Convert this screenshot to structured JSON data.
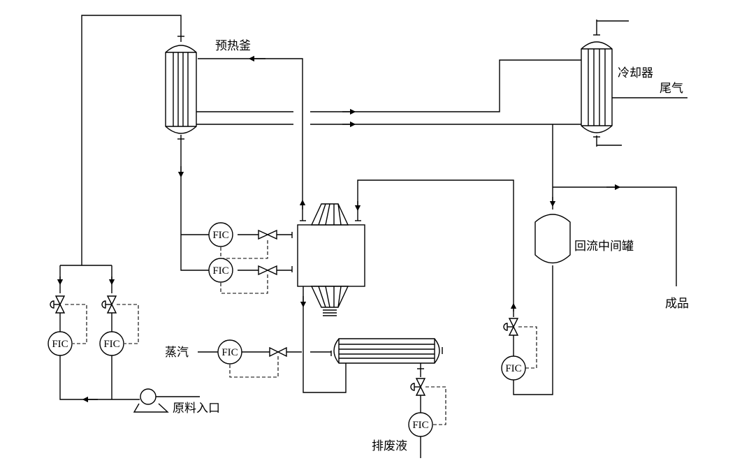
{
  "labels": {
    "preheater": "预热釜",
    "cooler": "冷却器",
    "tail_gas": "尾气",
    "reflux_tank": "回流中间罐",
    "product": "成品",
    "steam": "蒸汽",
    "feed_inlet": "原料入口",
    "waste_liquid": "排废液"
  },
  "instrument_tag": "FIC",
  "controllers": [
    {
      "id": "fic-1",
      "tag": "FIC"
    },
    {
      "id": "fic-2",
      "tag": "FIC"
    },
    {
      "id": "fic-3",
      "tag": "FIC"
    },
    {
      "id": "fic-4",
      "tag": "FIC"
    },
    {
      "id": "fic-5",
      "tag": "FIC"
    },
    {
      "id": "fic-6",
      "tag": "FIC"
    },
    {
      "id": "fic-7",
      "tag": "FIC"
    }
  ]
}
